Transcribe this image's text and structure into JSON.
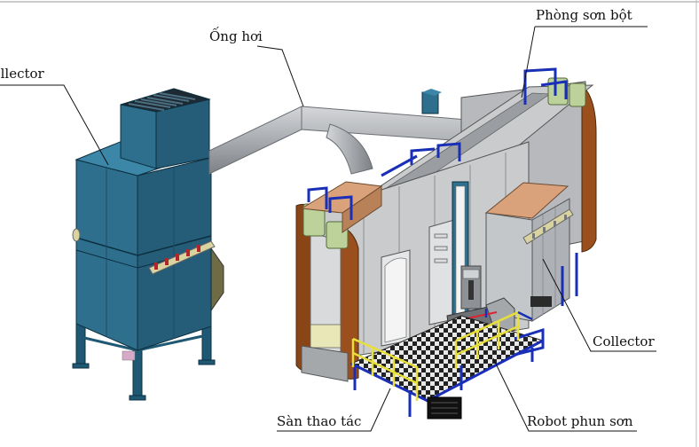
{
  "labels": {
    "duct": "Ống hơi",
    "booth": "Phòng sơn bột",
    "dust_collector": "Dust collector",
    "collector": "Collector",
    "platform": "Sàn thao tác",
    "robot": "Robot phun sơn"
  },
  "colors": {
    "collector_blue": "#2e6f8e",
    "duct_gray": "#a9acb0",
    "booth_gray": "#c9cbcd",
    "frame_blue": "#1a2fb8",
    "hood_tan": "#d9a27a",
    "rail_yellow": "#e8df3a",
    "door_brown": "#9a4f1c",
    "filter_green": "#bcd29a"
  },
  "icons": {
    "floor": "checker-grating",
    "cartridge": "filter-cartridge"
  }
}
